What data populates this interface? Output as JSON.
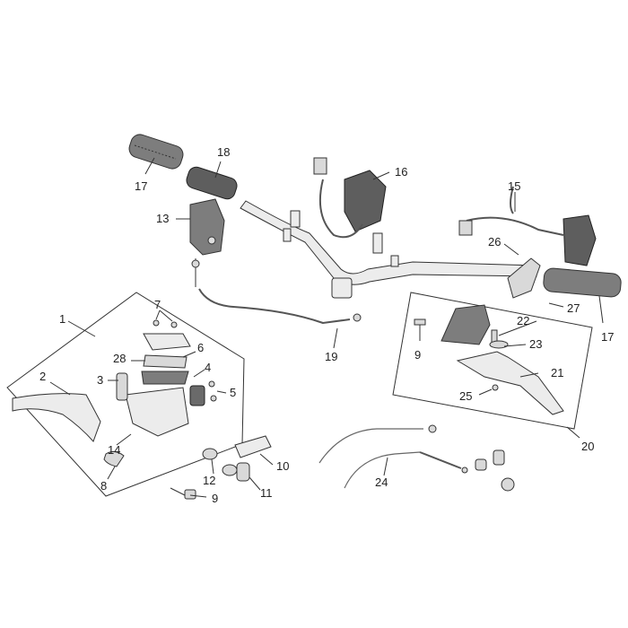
{
  "labels": {
    "p1": "1",
    "p2": "2",
    "p3": "3",
    "p4": "4",
    "p5": "5",
    "p6": "6",
    "p7": "7",
    "p8": "8",
    "p9a": "9",
    "p9b": "9",
    "p10": "10",
    "p11": "11",
    "p12": "12",
    "p13": "13",
    "p14": "14",
    "p15": "15",
    "p16": "16",
    "p17a": "17",
    "p17b": "17",
    "p18": "18",
    "p19": "19",
    "p20": "20",
    "p21": "21",
    "p22": "22",
    "p23": "23",
    "p24": "24",
    "p25": "25",
    "p26": "26",
    "p27": "27",
    "p28": "28"
  },
  "colors": {
    "line": "#333333",
    "part_fill": "#7d7d7d",
    "background": "#ffffff"
  }
}
